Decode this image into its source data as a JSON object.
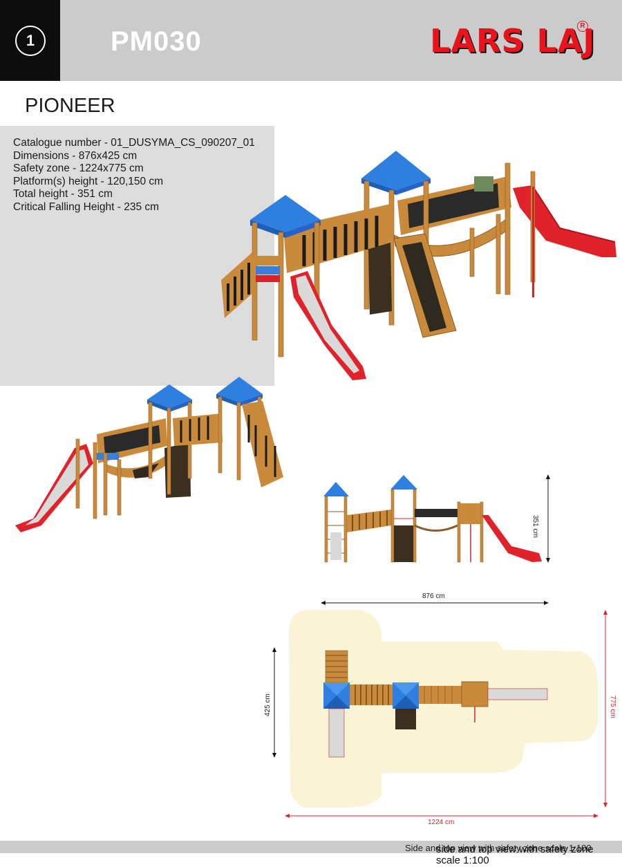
{
  "header": {
    "badge": "1",
    "code": "PM030",
    "brand": "LARS LAJ",
    "reg_mark": "R"
  },
  "product_name": "PIONEER",
  "specs": [
    "Catalogue number -  01_DUSYMA_CS_090207_01",
    "Dimensions - 876x425 cm",
    "Safety zone - 1224x775 cm",
    "Platform(s) height - 120,150 cm",
    "Total height - 351 cm",
    "Critical Falling Height - 235 cm"
  ],
  "dimensions": {
    "height": "351 cm",
    "width": "876 cm",
    "depth": "425 cm",
    "zone_width": "1224 cm",
    "zone_depth": "775 cm"
  },
  "footer": {
    "caption_small": "Side and top view with safety zone scale 1:100",
    "caption_line1": "side and top view with safety zone",
    "caption_line2": "scale 1:100"
  },
  "colors": {
    "header_bg": "#cbcbcb",
    "brand_red": "#e8131b",
    "roof_blue": "#2f7fe0",
    "wood": "#c98a3c",
    "slide_red": "#e0232a",
    "safety_zone": "#fbf3d6"
  }
}
